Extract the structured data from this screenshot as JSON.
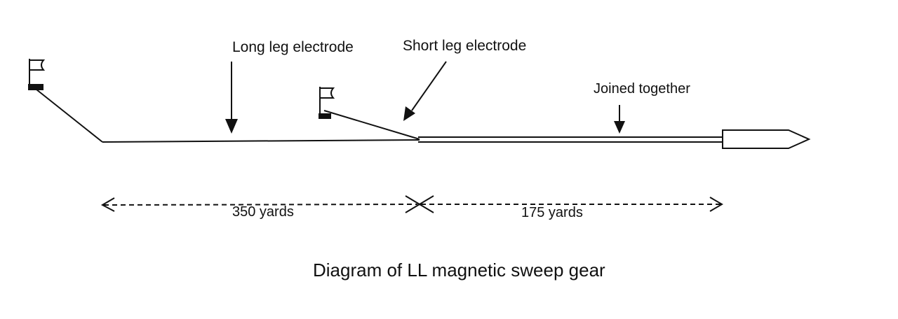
{
  "labels": {
    "long_leg": "Long leg electrode",
    "short_leg": "Short leg electrode",
    "joined": "Joined together"
  },
  "dimensions": {
    "long_leg_length": "350 yards",
    "joined_length": "175 yards"
  },
  "caption": "Diagram of LL magnetic sweep gear",
  "colors": {
    "ink": "#111111",
    "background": "#ffffff"
  }
}
